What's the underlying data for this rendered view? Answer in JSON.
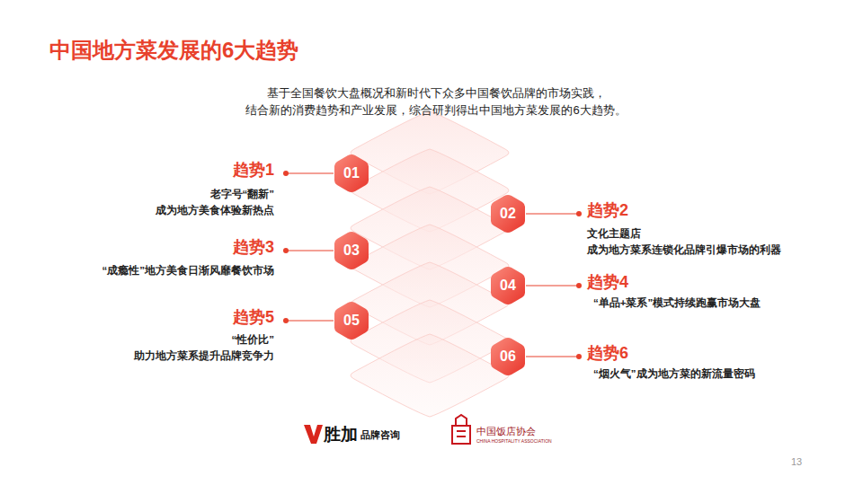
{
  "diagram": {
    "title": "中国地方菜发展的6大趋势",
    "nodes": [
      {
        "text": [
          "01"
        ]
      },
      {
        "text": [
          "02"
        ]
      },
      {
        "text": [
          "03"
        ]
      },
      {
        "text": [
          "04"
        ]
      },
      {
        "text": [
          "05"
        ]
      },
      {
        "text": [
          "06"
        ]
      }
    ],
    "labels": [
      "基于全国餐饮大盘概况和新时代下众多中国餐饮品牌的市场实践， 结合新的消费趋势和产业发展，综合研判得出中国地方菜发展的6大趋势。",
      "趋势1",
      "老字号“翻新” 成为地方美食体验新热点",
      "趋势2",
      "文化主题店 成为地方菜系连锁化品牌引爆市场的利器",
      "趋势3",
      "“成瘾性”地方美食日渐风靡餐饮市场",
      "趋势4",
      "“单品+菜系”模式持续跑赢市场大盘",
      "趋势5",
      "“性价比” 助力地方菜系提升品牌竞争力",
      "趋势6",
      "“烟火气”成为地方菜的新流量密码",
      "胜加",
      "品牌咨询",
      "中国饭店协会",
      "CHINA HOSPITALITY ASSOCIATION",
      "13"
    ]
  }
}
